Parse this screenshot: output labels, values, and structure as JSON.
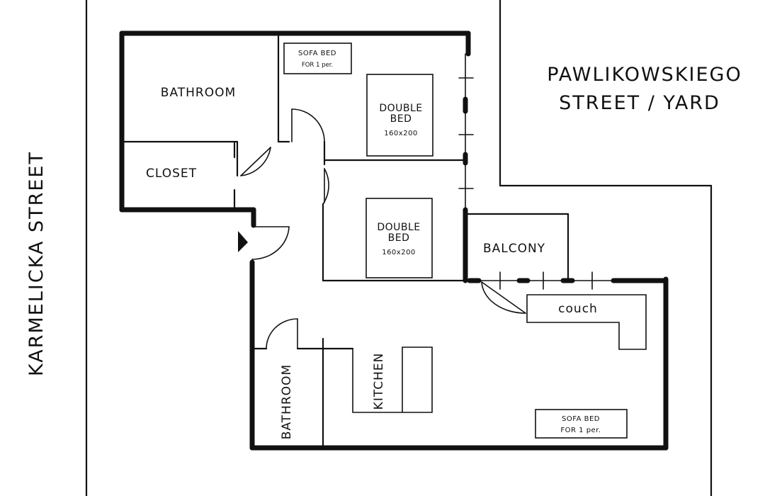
{
  "streets": {
    "karmelicka": "KARMELICKA STREET",
    "pawlikowskiego_line1": "PAWLIKOWSKIEGO",
    "pawlikowskiego_line2": "STREET / YARD"
  },
  "rooms": {
    "bathroom_top": "BATHROOM",
    "closet": "CLOSET",
    "bathroom_bottom": "BATHROOM",
    "balcony": "BALCONY",
    "kitchen": "KITCHEN"
  },
  "furniture": {
    "sofa_bed_top": {
      "line1": "SOFA BED",
      "line2": "FOR 1 per."
    },
    "double_bed_top": {
      "line1": "DOUBLE",
      "line2": "BED",
      "size": "160x200"
    },
    "double_bed_bottom": {
      "line1": "DOUBLE",
      "line2": "BED",
      "size": "160x200"
    },
    "couch": "couch",
    "sofa_bed_bottom": {
      "line1": "SOFA BED",
      "line2": "FOR 1 per."
    }
  }
}
